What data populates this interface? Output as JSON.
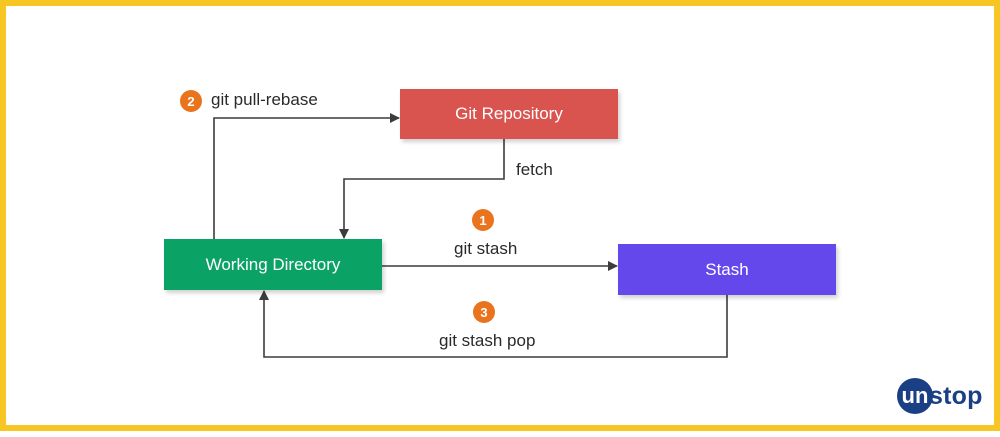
{
  "diagram": {
    "nodes": {
      "git_repository": "Git Repository",
      "working_directory": "Working Directory",
      "stash": "Stash"
    },
    "edges": {
      "pull_rebase": {
        "step": "2",
        "label": "git pull-rebase"
      },
      "fetch": {
        "label": "fetch"
      },
      "stash": {
        "step": "1",
        "label": "git stash"
      },
      "stash_pop": {
        "step": "3",
        "label": "git stash pop"
      }
    }
  },
  "logo": {
    "circle_text": "un",
    "rest_text": "stop"
  },
  "colors": {
    "border": "#f7c623",
    "git_repository": "#d9534f",
    "working_directory": "#0ba266",
    "stash": "#6548ec",
    "badge": "#e9741d",
    "arrow": "#3c3c3c",
    "logo": "#1b3f85"
  }
}
